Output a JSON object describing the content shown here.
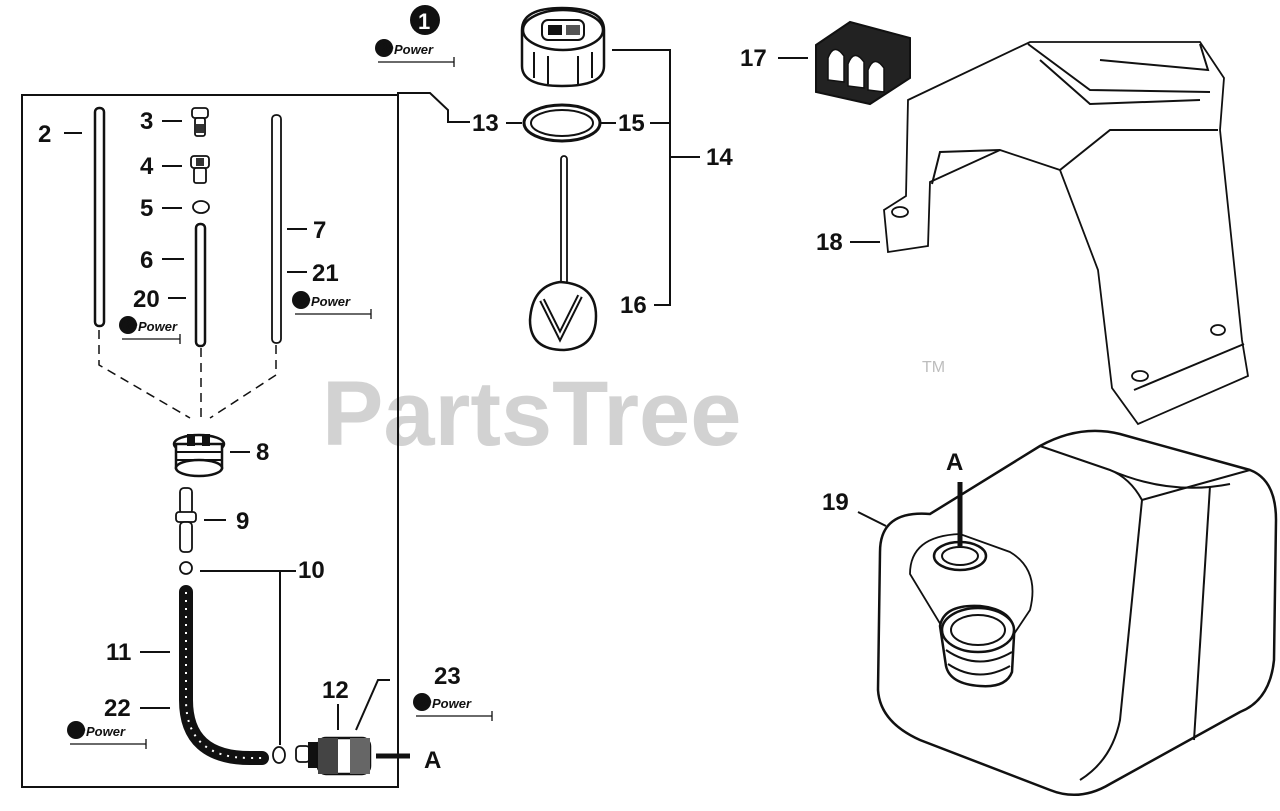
{
  "watermark": {
    "text": "PartsTree",
    "trademark": "TM"
  },
  "note_badge": "1",
  "repower_logo": {
    "re": "Re",
    "power": "Power"
  },
  "callouts": {
    "c2": "2",
    "c3": "3",
    "c4": "4",
    "c5": "5",
    "c6": "6",
    "c7": "7",
    "c8": "8",
    "c9": "9",
    "c10": "10",
    "c11": "11",
    "c12": "12",
    "c13": "13",
    "c14": "14",
    "c15": "15",
    "c16": "16",
    "c17": "17",
    "c18": "18",
    "c19": "19",
    "c20": "20",
    "c21": "21",
    "c22": "22",
    "c23": "23",
    "a_filter": "A",
    "a_tank": "A"
  },
  "icons": [
    "repower-logo",
    "fuel-cap",
    "fuel-tank",
    "fuel-tank-bracket",
    "fuel-filter",
    "grommet",
    "fuel-line"
  ]
}
